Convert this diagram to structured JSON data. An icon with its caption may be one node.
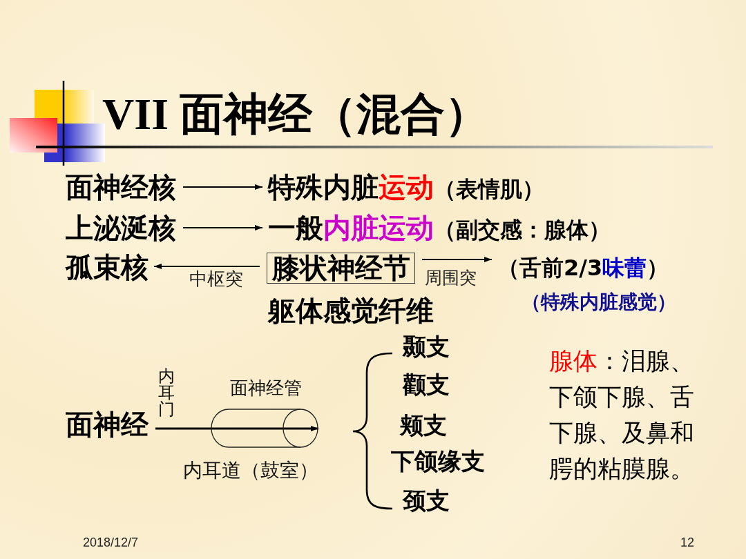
{
  "diagram": {
    "title": "VII 面神经（混合）",
    "nodes": [
      {
        "text": [
          "面神经核"
        ]
      },
      {
        "text": [
          "特殊内脏**运动**",
          "（表情肌）"
        ]
      },
      {
        "text": [
          "上泌涎核"
        ]
      },
      {
        "text": [
          "一般**内脏运动**",
          "（副交感：腺体）"
        ]
      },
      {
        "text": [
          "孤束核"
        ]
      },
      {
        "text": [
          "膝状神经节"
        ]
      },
      {
        "text": [
          "（舌前2/3**味蕾**）"
        ],
        "beside": [
          "（特殊内脏感觉）"
        ]
      },
      {
        "text": [
          "面神经"
        ]
      },
      {
        "text": [
          "面神经管"
        ],
        "beside": [
          "内耳道（鼓室）"
        ]
      }
    ],
    "edges": [
      {
        "from": 0,
        "to": 1,
        "arrow": "to"
      },
      {
        "from": 2,
        "to": 3,
        "arrow": "to"
      },
      {
        "from": 5,
        "to": 4,
        "arrow": "to",
        "label": "中枢突"
      },
      {
        "from": 5,
        "to": 6,
        "arrow": "to",
        "label": "周围突"
      },
      {
        "from": 7,
        "to": 8,
        "arrow": "to"
      }
    ],
    "labels": [
      "躯体感觉纤维",
      "内耳门",
      "颞支",
      "颧支",
      "颊支",
      "下颌缘支",
      "颈支",
      "**腺体**：泪腺、下颌下腺、舌下腺、及鼻和腭的粘膜腺。",
      "2018/12/7",
      "12"
    ]
  }
}
